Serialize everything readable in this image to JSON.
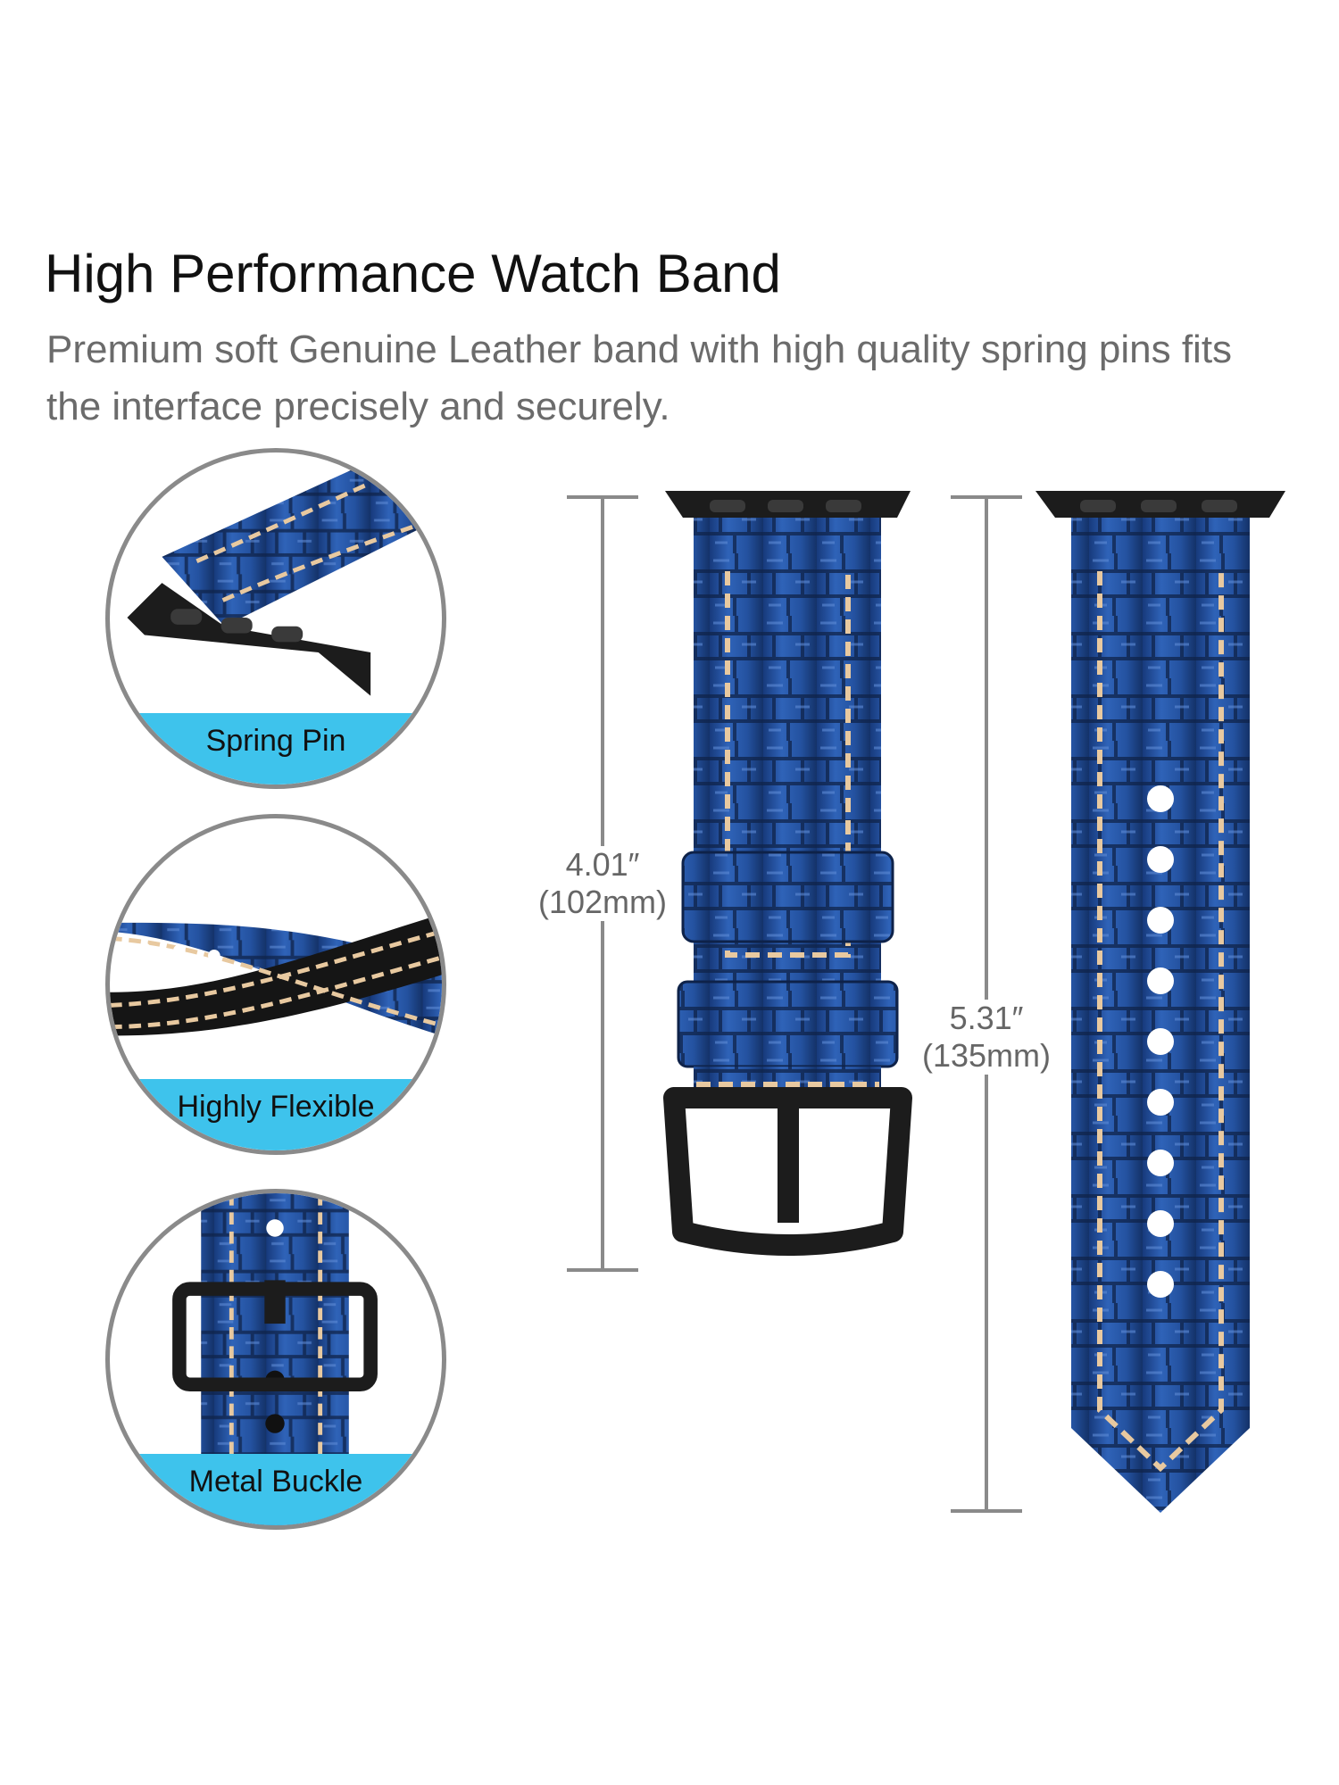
{
  "header": {
    "title": "High Performance Watch Band",
    "subtitle": "Premium soft Genuine Leather band with high quality spring pins fits the interface precisely and securely."
  },
  "features": [
    {
      "label": "Spring Pin",
      "icon": "spring-pin-closeup"
    },
    {
      "label": "Highly Flexible",
      "icon": "flexible-band-closeup"
    },
    {
      "label": "Metal Buckle",
      "icon": "metal-buckle-closeup"
    }
  ],
  "dimensions": {
    "short_strap_in": "4.01″",
    "short_strap_mm": "(102mm)",
    "long_strap_in": "5.31″",
    "long_strap_mm": "(135mm)"
  },
  "colors": {
    "leather": "#2a56a6",
    "leather_dark": "#0f2450",
    "stitch": "#e8c9a0",
    "hardware": "#1c1c1c",
    "label_band": "#3ec3ec",
    "dimension_line": "#8a8a8a"
  }
}
